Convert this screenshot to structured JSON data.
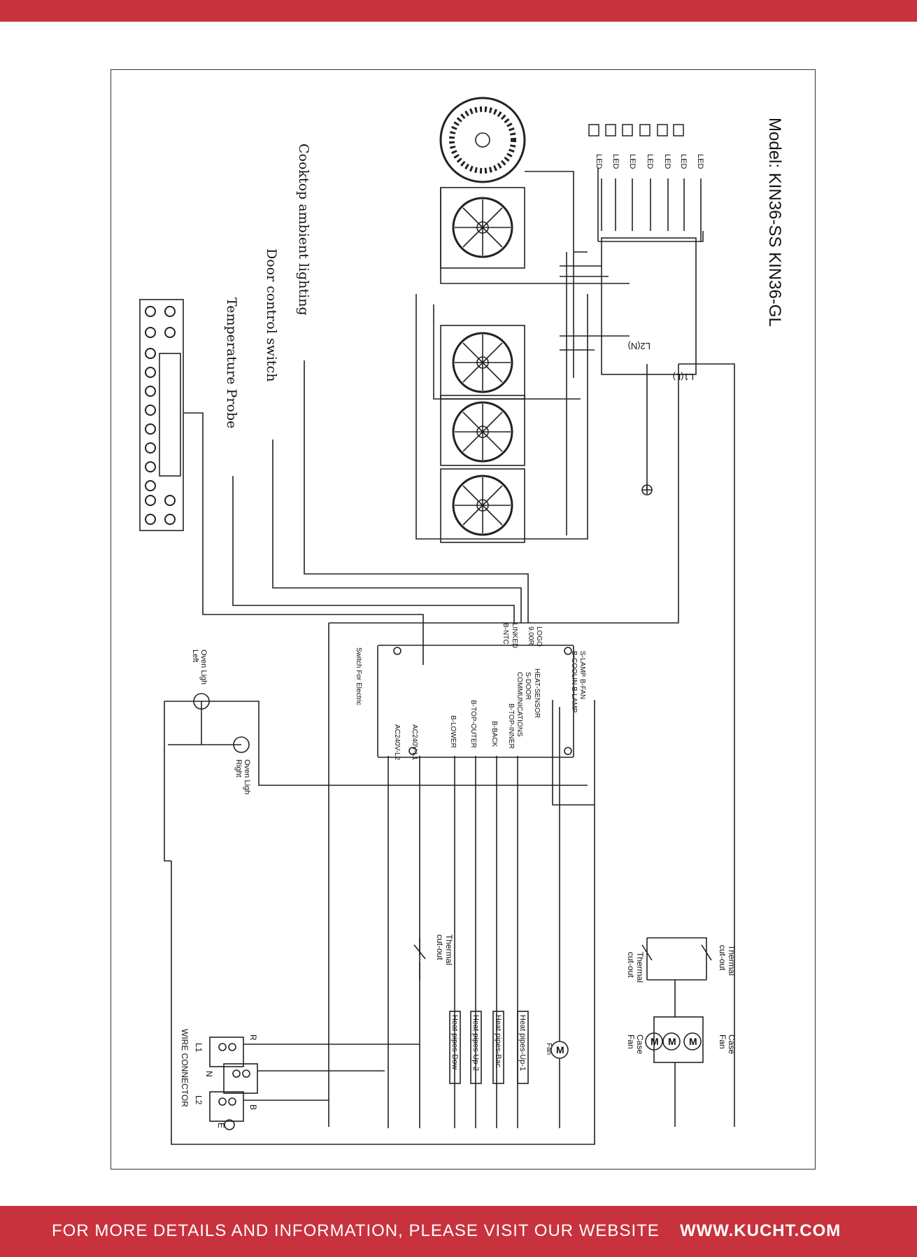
{
  "model": "Model: KIN36-SS KIN36-GL",
  "footer": {
    "text": "FOR MORE DETAILS AND INFORMATION, PLEASE VISIT OUR WEBSITE",
    "url": "WWW.KUCHT.COM"
  },
  "callouts": {
    "ambient": "Cooktop ambient lighting",
    "door": "Door control switch",
    "probe": "Temperature Probe"
  },
  "led_label": "LED",
  "board": {
    "l2n": "L2(N)",
    "l1l": "L1(L)",
    "logo": "LOGO",
    "gb": "9.00R",
    "linked": "LINKED",
    "bntc": "B-NTC",
    "heat_sensor": "HEAT-SENSOR",
    "s_door": "S-DOOR",
    "comm": "COMMUNICATIONS",
    "b_top_inner": "B-TOP-INNER",
    "b_back": "B-BACK",
    "b_top_outer": "B-TOP-OUTER",
    "b_lower": "B-LOWER",
    "ac_l1": "AC240V-L1",
    "ac_l2": "AC240V-L2",
    "switch": "Switch For Electric",
    "s_lamp": "S-LAMP B-FAN",
    "b_coolin": "B-COOLIN B-LAMP"
  },
  "oven_light_left": [
    "Oven Ligh",
    "Left"
  ],
  "oven_light_right": [
    "Oven Ligh",
    "Right"
  ],
  "thermal_cutout": [
    "Thermal",
    "cut-out"
  ],
  "case_fan": [
    "Case",
    "Fan"
  ],
  "fan_motor": {
    "symbol": "M",
    "label": "Fan"
  },
  "heat_pipes": [
    "Heat pipes-Up-1",
    "Heat pipes-Bac",
    "Heat pipes-Up-2",
    "Heat pipes-Dow"
  ],
  "wire_connector": {
    "title": "WIRE CONNECTOR",
    "L1": "L1",
    "N": "N",
    "L2": "L2",
    "R": "R",
    "B": "B",
    "E": "E"
  }
}
